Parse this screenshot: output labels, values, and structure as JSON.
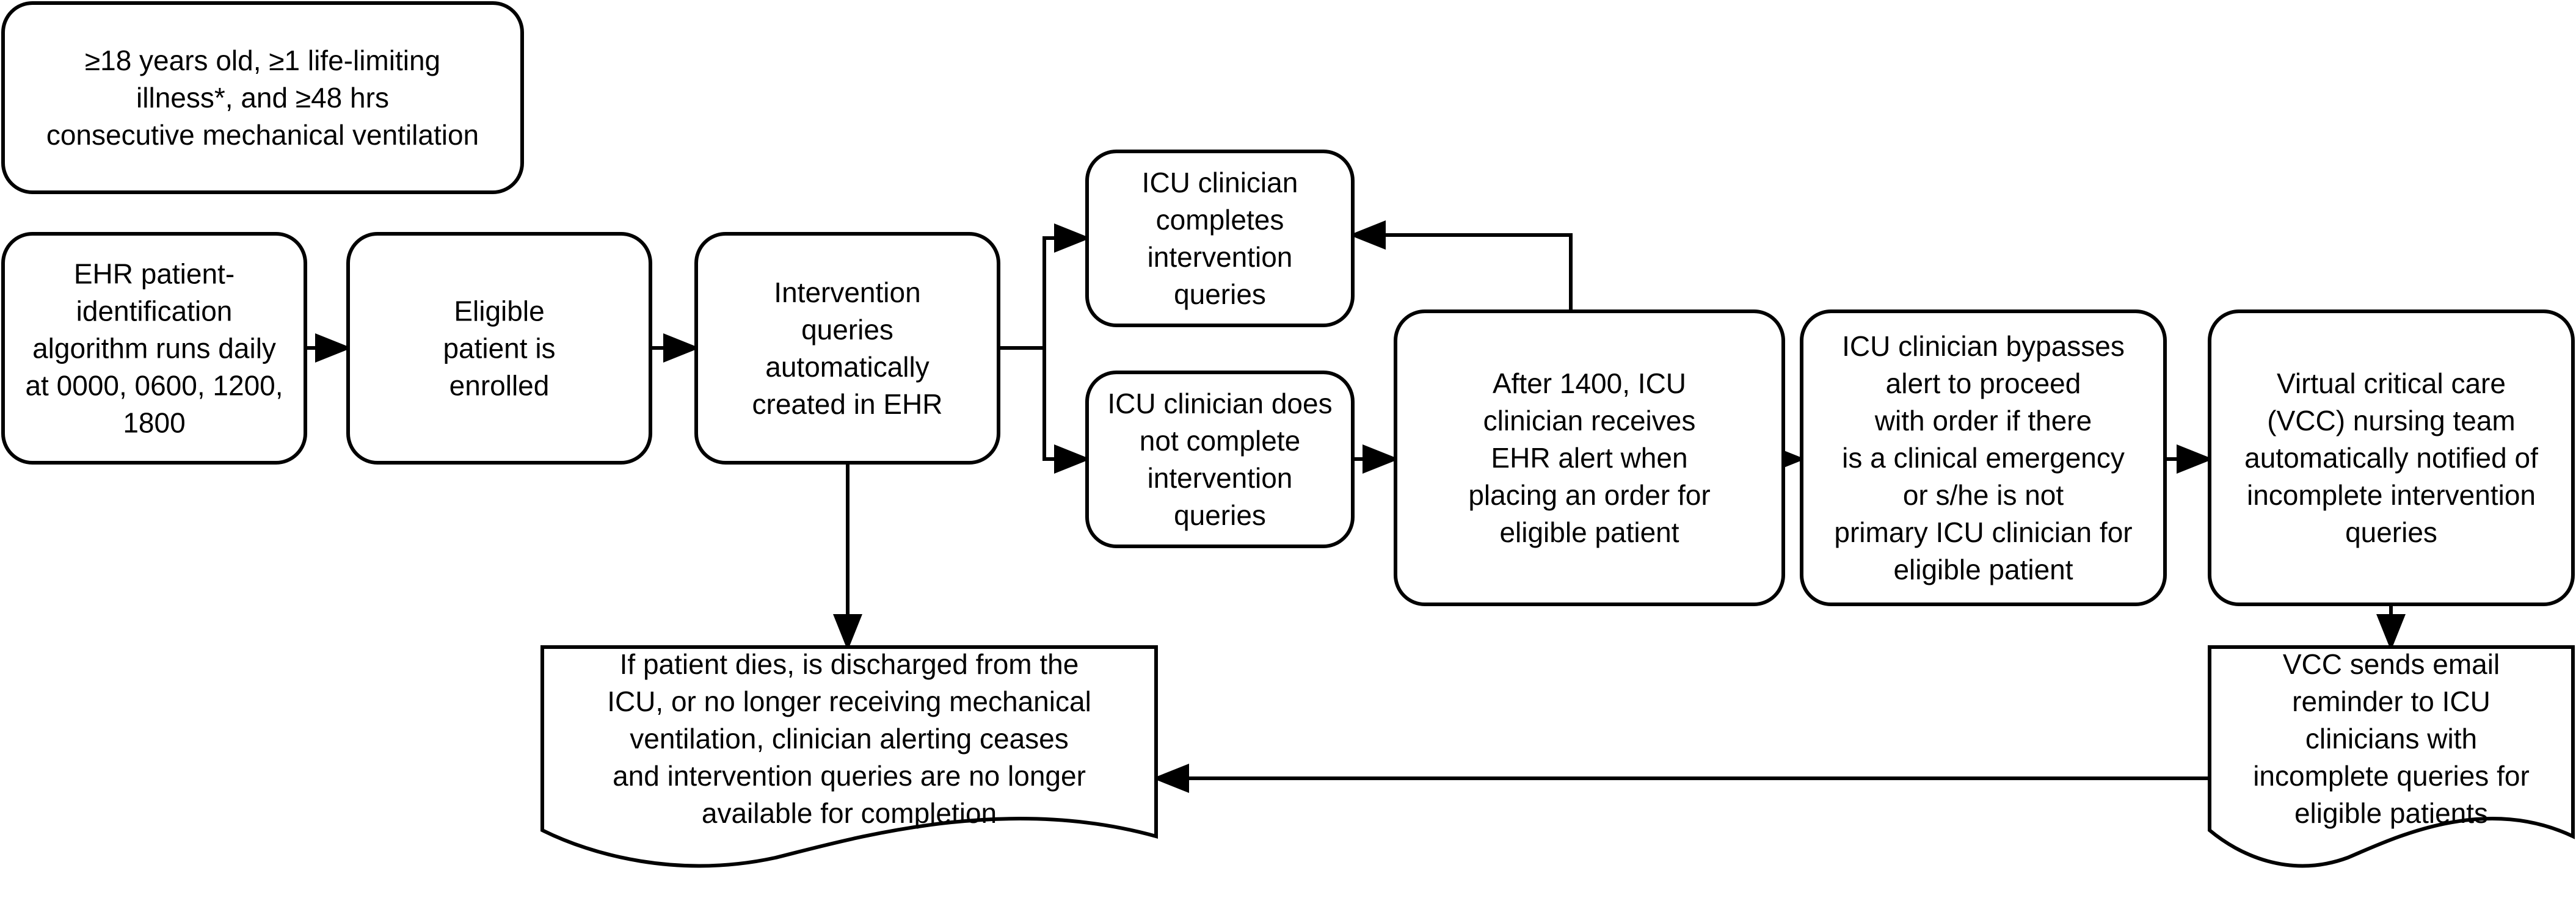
{
  "colors": {
    "stroke": "#000000",
    "fill": "#ffffff",
    "text": "#000000",
    "background": "#ffffff"
  },
  "nodes": [
    {
      "id": "criteria",
      "shape": "rounded-rectangle",
      "lines": [
        "≥18 years old, ≥1 life-limiting",
        "illness*, and ≥48 hrs",
        "consecutive mechanical ventilation"
      ]
    },
    {
      "id": "ehr-algorithm",
      "shape": "rounded-rectangle",
      "lines": [
        "EHR patient-",
        "identification",
        "algorithm runs daily",
        "at 0000, 0600, 1200,",
        "1800"
      ]
    },
    {
      "id": "enrolled",
      "shape": "rounded-rectangle",
      "lines": [
        "Eligible",
        "patient is",
        "enrolled"
      ]
    },
    {
      "id": "queries-created",
      "shape": "rounded-rectangle",
      "lines": [
        "Intervention",
        "queries",
        "automatically",
        "created in EHR"
      ]
    },
    {
      "id": "completes",
      "shape": "rounded-rectangle",
      "lines": [
        "ICU clinician",
        "completes",
        "intervention",
        "queries"
      ]
    },
    {
      "id": "not-complete",
      "shape": "rounded-rectangle",
      "lines": [
        "ICU clinician does",
        "not complete",
        "intervention",
        "queries"
      ]
    },
    {
      "id": "alert",
      "shape": "rounded-rectangle",
      "lines": [
        "After 1400, ICU",
        "clinician receives",
        "EHR alert when",
        "placing an order for",
        "eligible patient"
      ]
    },
    {
      "id": "bypass",
      "shape": "rounded-rectangle",
      "lines": [
        "ICU clinician bypasses",
        "alert to proceed",
        "with order if there",
        "is a clinical emergency",
        "or s/he is not",
        "primary ICU clinician for",
        "eligible patient"
      ]
    },
    {
      "id": "vcc-notified",
      "shape": "rounded-rectangle",
      "lines": [
        "Virtual critical care",
        "(VCC) nursing team",
        "automatically notified of",
        "incomplete intervention",
        "queries"
      ]
    },
    {
      "id": "vcc-email",
      "shape": "document",
      "lines": [
        "VCC sends email",
        "reminder to ICU",
        "clinicians with",
        "incomplete queries for",
        "eligible patients"
      ]
    },
    {
      "id": "ceases",
      "shape": "document",
      "lines": [
        "If patient dies, is discharged from the",
        "ICU, or no longer receiving mechanical",
        "ventilation, clinician alerting ceases",
        "and intervention queries are no longer",
        "available for completion"
      ]
    }
  ],
  "edges": [
    {
      "id": "ehr-to-enrolled",
      "from": "ehr-algorithm",
      "to": "enrolled"
    },
    {
      "id": "enrolled-to-queries",
      "from": "enrolled",
      "to": "queries-created"
    },
    {
      "id": "queries-to-completes",
      "from": "queries-created",
      "to": "completes"
    },
    {
      "id": "queries-to-not-complete",
      "from": "queries-created",
      "to": "not-complete"
    },
    {
      "id": "queries-to-ceases",
      "from": "queries-created",
      "to": "ceases"
    },
    {
      "id": "not-complete-to-alert",
      "from": "not-complete",
      "to": "alert"
    },
    {
      "id": "alert-to-completes",
      "from": "alert",
      "to": "completes"
    },
    {
      "id": "alert-to-bypass",
      "from": "alert",
      "to": "bypass"
    },
    {
      "id": "bypass-to-vcc",
      "from": "bypass",
      "to": "vcc-notified"
    },
    {
      "id": "vcc-to-email",
      "from": "vcc-notified",
      "to": "vcc-email"
    },
    {
      "id": "email-to-ceases",
      "from": "vcc-email",
      "to": "ceases"
    }
  ]
}
